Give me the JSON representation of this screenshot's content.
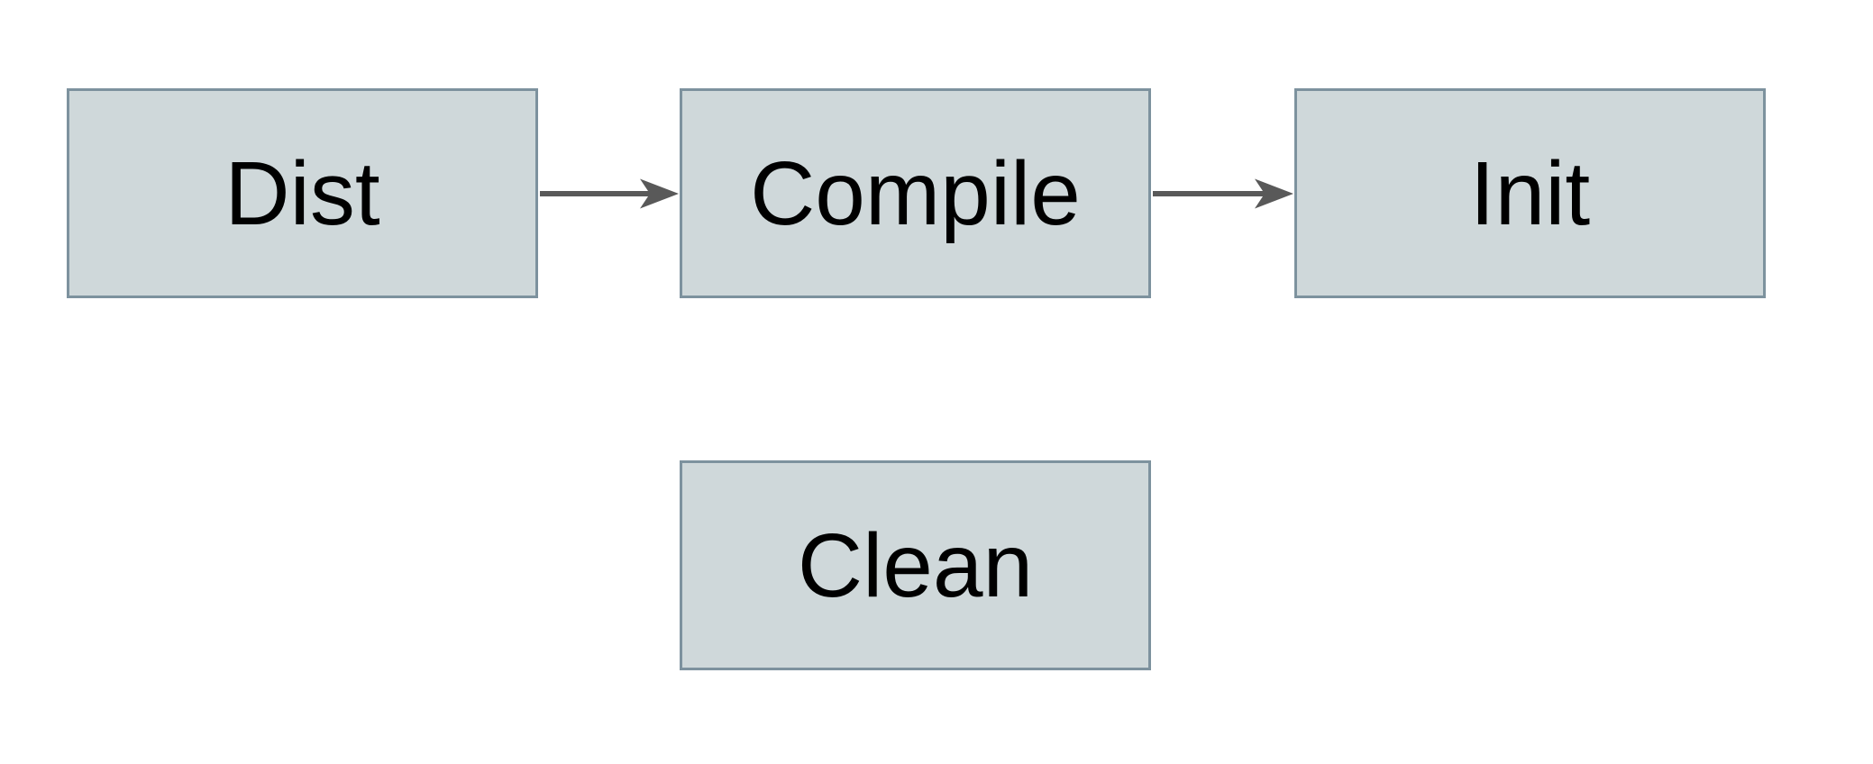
{
  "diagram": {
    "type": "flowchart",
    "nodes": [
      {
        "id": "dist",
        "label": "Dist"
      },
      {
        "id": "compile",
        "label": "Compile"
      },
      {
        "id": "init",
        "label": "Init"
      },
      {
        "id": "clean",
        "label": "Clean"
      }
    ],
    "edges": [
      {
        "from": "Dist",
        "to": "Compile",
        "style": "arrow-right"
      },
      {
        "from": "Compile",
        "to": "Init",
        "style": "arrow-right"
      }
    ],
    "colors": {
      "background": "#ffffff",
      "node_fill": "#cfd8da",
      "node_border": "#7d929e",
      "arrow": "#595959",
      "text": "#000000"
    }
  }
}
